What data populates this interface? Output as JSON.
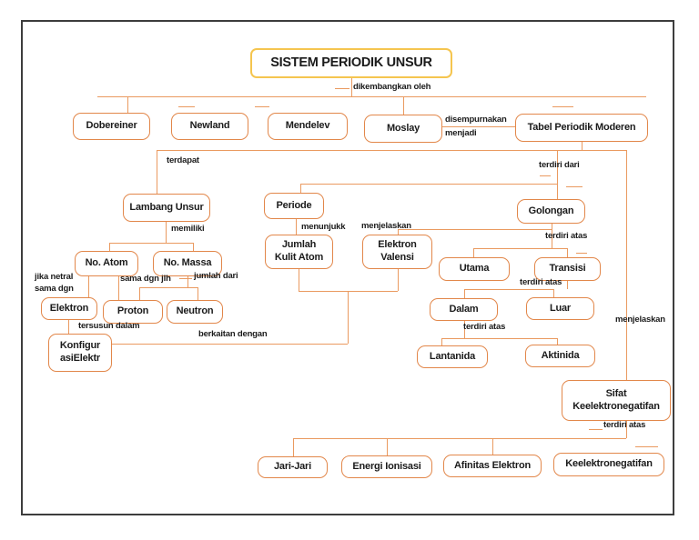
{
  "diagram": {
    "title": "SISTEM PERIODIK UNSUR",
    "nodes": {
      "dobereiner": "Dobereiner",
      "newland": "Newland",
      "mendelev": "Mendelev",
      "moslay": "Moslay",
      "tabel_periodik": "Tabel Periodik Moderen",
      "lambang_unsur": "Lambang Unsur",
      "periode": "Periode",
      "golongan": "Golongan",
      "jumlah_kulit": "Jumlah\nKulit Atom",
      "elektron_valensi": "Elektron\nValensi",
      "no_atom": "No. Atom",
      "no_massa": "No. Massa",
      "elektron": "Elektron",
      "proton": "Proton",
      "neutron": "Neutron",
      "konfigurasi": "Konfigur\nasiElektr",
      "utama": "Utama",
      "transisi": "Transisi",
      "dalam": "Dalam",
      "luar": "Luar",
      "lantanida": "Lantanida",
      "aktinida": "Aktinida",
      "sifat": "Sifat\nKeelektronegatifan",
      "jari_jari": "Jari-Jari",
      "energi_ionisasi": "Energi Ionisasi",
      "afinitas_elektron": "Afinitas Elektron",
      "keelektronegatifan": "Keelektronegatifan"
    },
    "edge_labels": {
      "dikembangkan_oleh": "dikembangkan oleh",
      "disempurnakan": "disempurnakan",
      "menjadi": "menjadi",
      "terdapat": "terdapat",
      "terdiri_dari": "terdiri dari",
      "memiliki": "memiliki",
      "menunjukk": "menunjukk",
      "menjelaskan_valensi": "menjelaskan",
      "terdiri_atas_golongan": "terdiri atas",
      "terdiri_atas_transisi": "terdiri atas",
      "jika_netral": "jika netral\nsama dgn",
      "sama_dgn_jlh": "sama dgn jlh",
      "jumlah_dari": "jumlah dari",
      "tersusun_dalam": "tersusun dalam",
      "berkaitan_dengan": "berkaitan dengan",
      "terdiri_atas_dalam": "terdiri atas",
      "menjelaskan_sifat": "menjelaskan",
      "terdiri_atas_sifat": "terdiri atas"
    },
    "colors": {
      "box_border": "#e2874a",
      "connector_line": "#ea9a60",
      "title_border": "#f5c54f",
      "text": "#1b1b1b",
      "frame": "#3d3d3d"
    }
  }
}
